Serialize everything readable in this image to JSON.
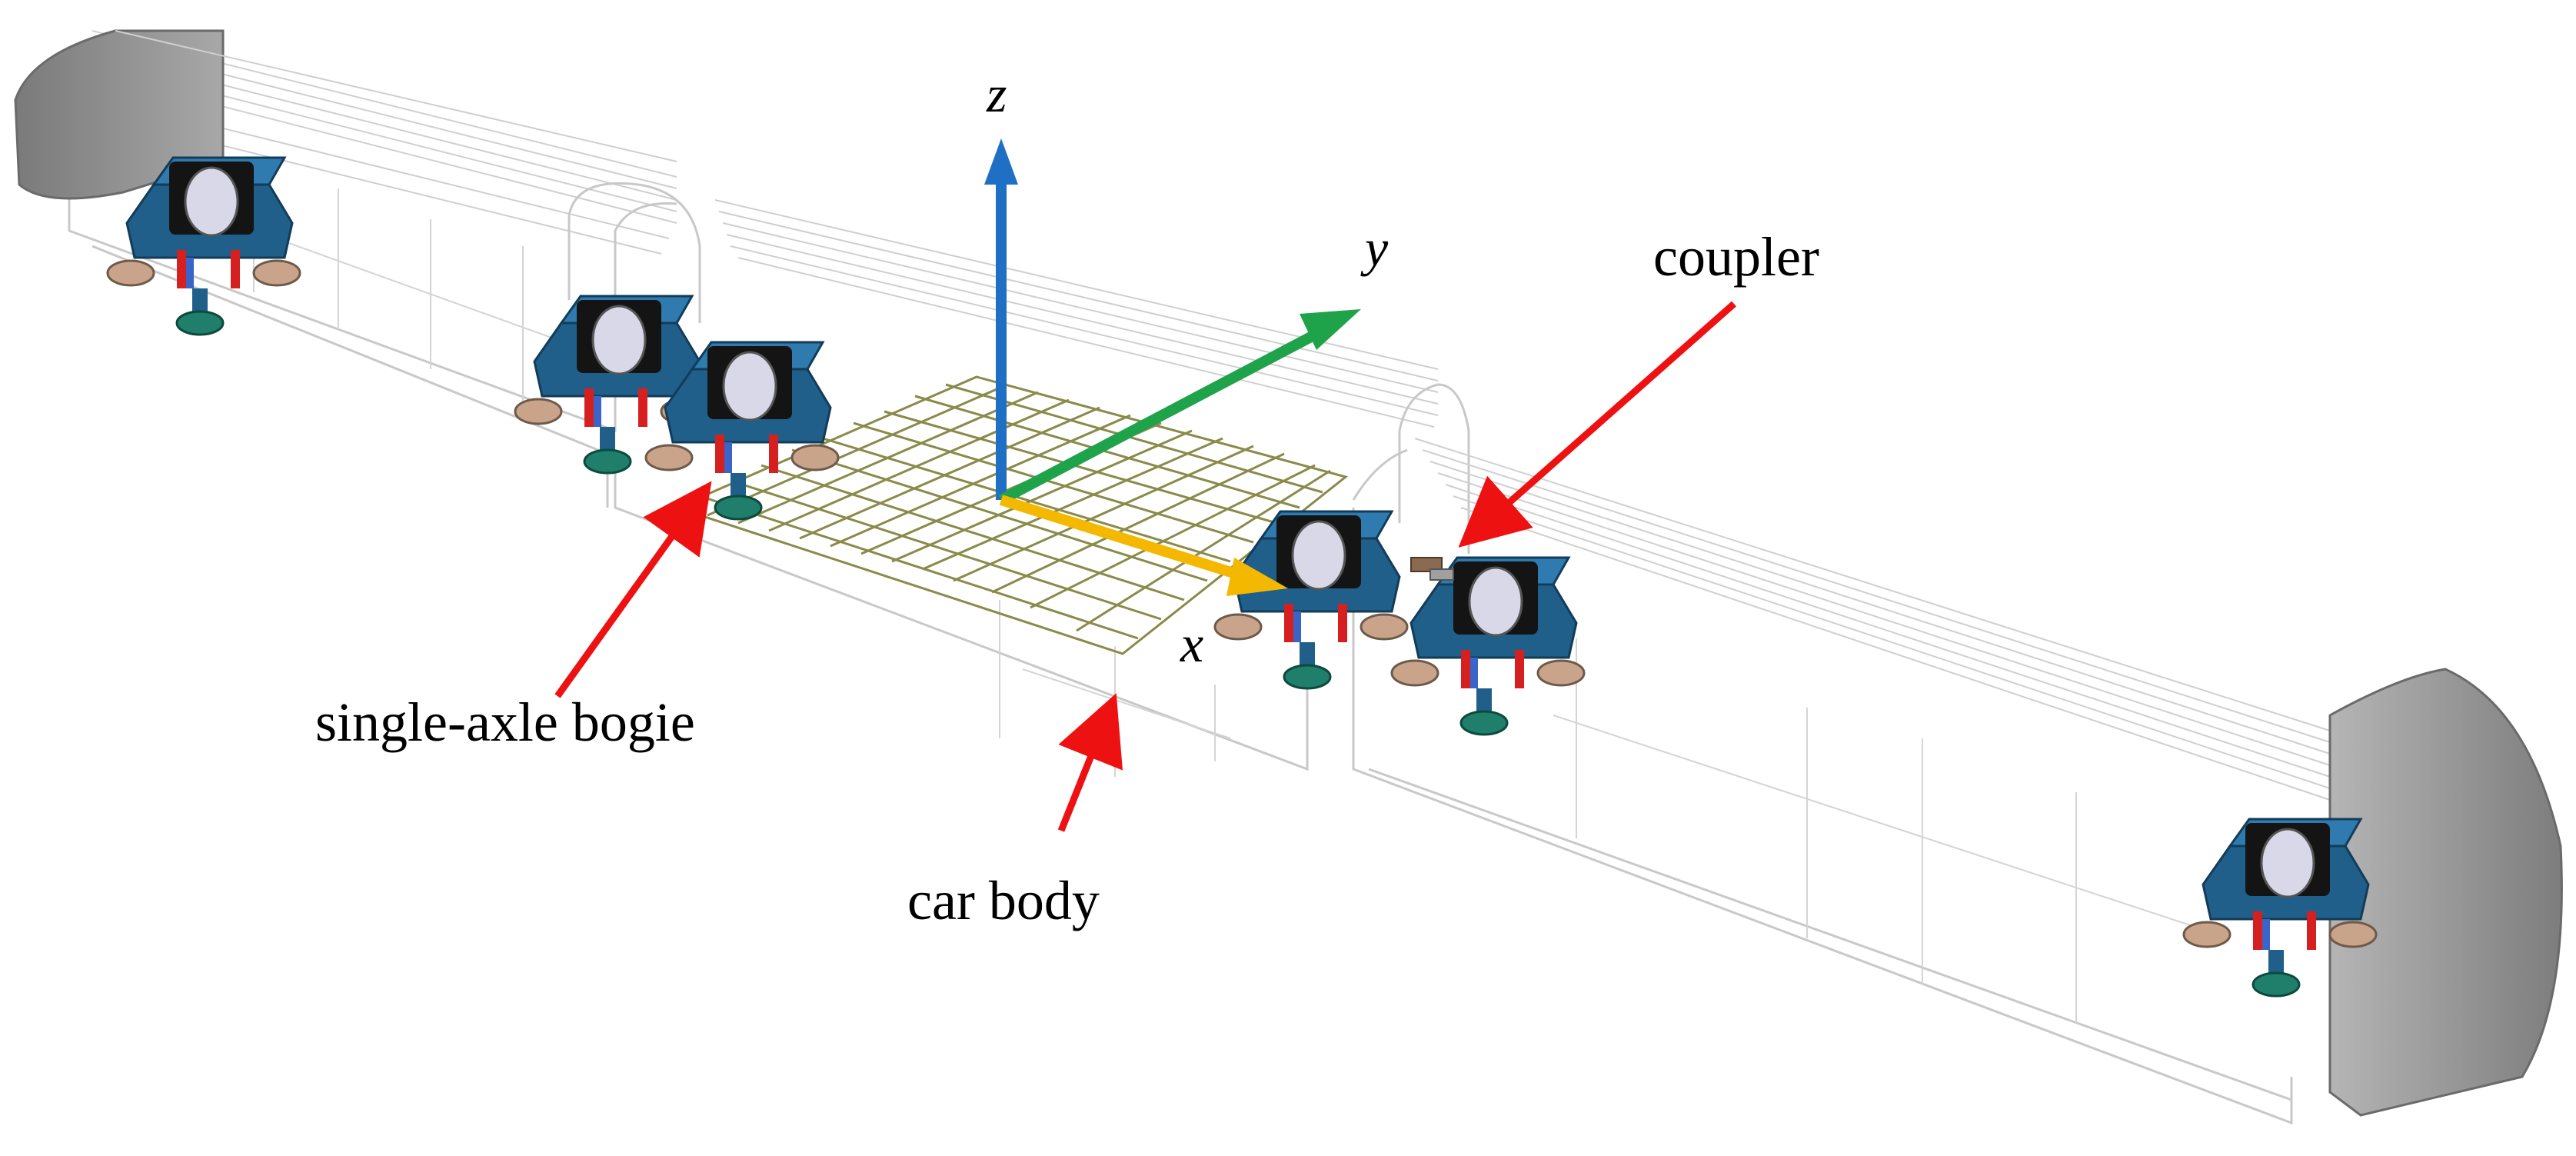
{
  "axes": {
    "z": "z",
    "y": "y",
    "x": "x"
  },
  "labels": {
    "coupler": "coupler",
    "bogie": "single-axle bogie",
    "car_body": "car body"
  },
  "colors": {
    "z_axis": "#1f6fc4",
    "y_axis": "#1fa34a",
    "x_axis": "#f5b800",
    "callout_arrow": "#ee1111",
    "bogie_frame": "#1f5f8a",
    "bogie_wheel": "#c9a48a",
    "nose_cap": "#8c8c8c",
    "grid": "#8a8a4a"
  },
  "icons": {
    "bogie": "single-axle-bogie-icon",
    "coupler": "coupler-icon"
  }
}
